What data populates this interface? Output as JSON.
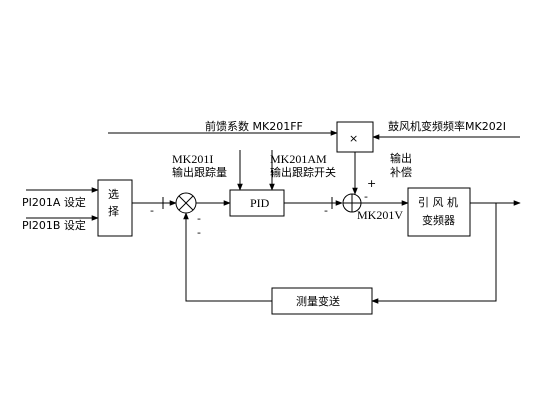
{
  "inputs": {
    "pi201a": "PI201A 设定",
    "pi201b": "PI201B 设定"
  },
  "blocks": {
    "select": "选择",
    "select_line1": "选",
    "select_line2": "择",
    "pid": "PID",
    "multiply": "×",
    "inverter": "引风机变频器",
    "inverter_line1": "引 风 机",
    "inverter_line2": "变频器",
    "measure": "测量变送"
  },
  "signals": {
    "feedforward": "前馈系数 MK201FF",
    "blower_freq": "鼓风机变频频率MK202I",
    "mk201i": "MK201I",
    "mk201i_desc": "输出跟踪量",
    "mk201am": "MK201AM",
    "mk201am_desc": "输出跟踪开关",
    "out_comp_1": "输出",
    "out_comp_2": "补偿",
    "mk201v": "MK201V"
  },
  "signs": {
    "plus": "+",
    "minus": "-"
  }
}
